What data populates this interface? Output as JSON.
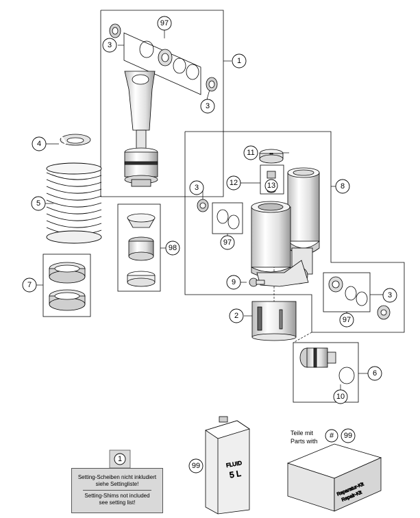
{
  "callouts": {
    "c1": "1",
    "c2": "2",
    "c3a": "3",
    "c3b": "3",
    "c3c": "3",
    "c3d": "3",
    "c4": "4",
    "c5": "5",
    "c6": "6",
    "c7": "7",
    "c8": "8",
    "c9": "9",
    "c10": "10",
    "c11": "11",
    "c12": "12",
    "c13": "13",
    "c97a": "97",
    "c97b": "97",
    "c97c": "97",
    "c98": "98",
    "c99": "99",
    "note_ref": "1",
    "kit_hash": "#",
    "kit_99": "99"
  },
  "note": {
    "de_line1": "Setting-Scheiben nicht inkludiert",
    "de_line2": "siehe Settingliste!",
    "en_line1": "Setting-Shims not included",
    "en_line2": "see setting list!"
  },
  "kit_label": {
    "de": "Teile mit",
    "en": "Parts with"
  },
  "can_label": {
    "line1": "FLUID",
    "line2": "5 L"
  },
  "box_label": {
    "line1": "Reparatur-Kit",
    "line2": "Repair-Kit"
  },
  "colors": {
    "line": "#000000",
    "note_bg": "#d9d9d9",
    "part_light": "#f2f2f2",
    "part_mid": "#cfcfcf",
    "part_dark": "#555555"
  }
}
